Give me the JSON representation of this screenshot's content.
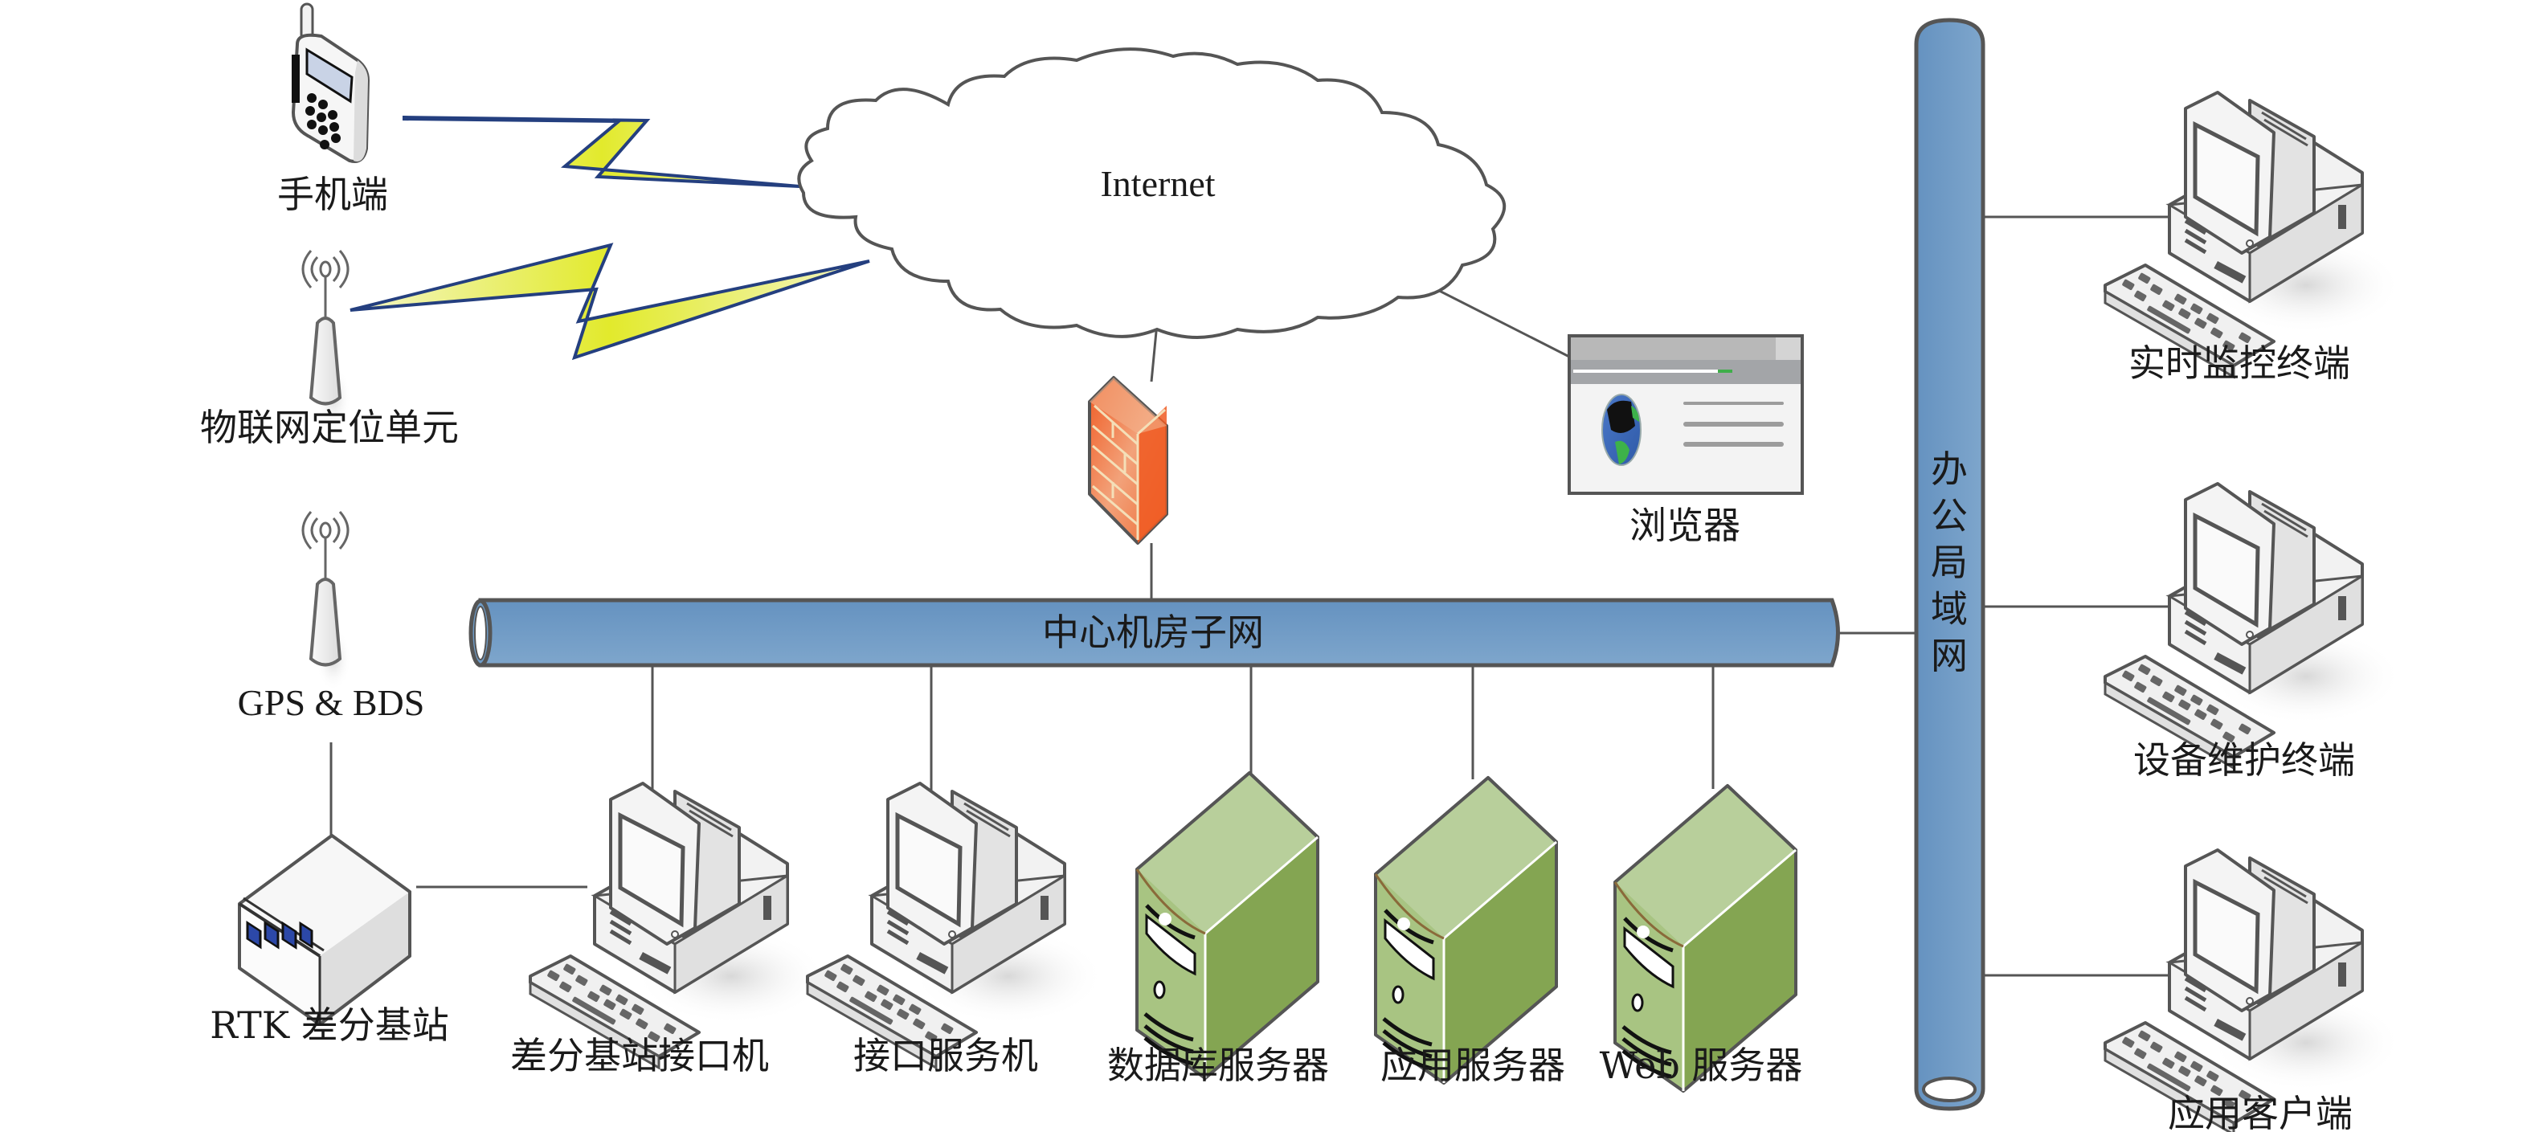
{
  "diagram": {
    "title": "",
    "colors": {
      "bus_fill": "#6e9bc6",
      "bus_stroke": "#555555",
      "lightning_fill": "#e6ec3a",
      "lightning_stroke": "#243f7f",
      "firewall_fill": "#ee6a33",
      "server_fill": "#93b266",
      "line": "#555555"
    },
    "internet": {
      "label": "Internet",
      "icon": "cloud-icon"
    },
    "firewall": {
      "icon": "firewall-icon"
    },
    "browser": {
      "label": "浏览器",
      "icon": "browser-window-icon"
    },
    "wireless_clients": [
      {
        "label": "手机端",
        "icon": "mobile-phone-icon"
      },
      {
        "label": "物联网定位单元",
        "icon": "antenna-icon"
      }
    ],
    "gps": {
      "label": "GPS & BDS",
      "icon": "antenna-icon"
    },
    "rtk": {
      "label": "RTK 差分基站",
      "icon": "base-station-box-icon"
    },
    "center_bus": {
      "label": "中心机房子网"
    },
    "office_bus": {
      "label": "办公局域网"
    },
    "center_nodes": [
      {
        "label": "差分基站接口机",
        "icon": "desktop-computer-icon"
      },
      {
        "label": "接口服务机",
        "icon": "desktop-computer-icon"
      },
      {
        "label": "数据库服务器",
        "icon": "tower-server-icon"
      },
      {
        "label": "应用服务器",
        "icon": "tower-server-icon"
      },
      {
        "label": "Web 服务器",
        "icon": "tower-server-icon"
      }
    ],
    "office_nodes": [
      {
        "label": "实时监控终端",
        "icon": "desktop-computer-icon"
      },
      {
        "label": "设备维护终端",
        "icon": "desktop-computer-icon"
      },
      {
        "label": "应用客户端",
        "icon": "desktop-computer-icon"
      }
    ]
  }
}
